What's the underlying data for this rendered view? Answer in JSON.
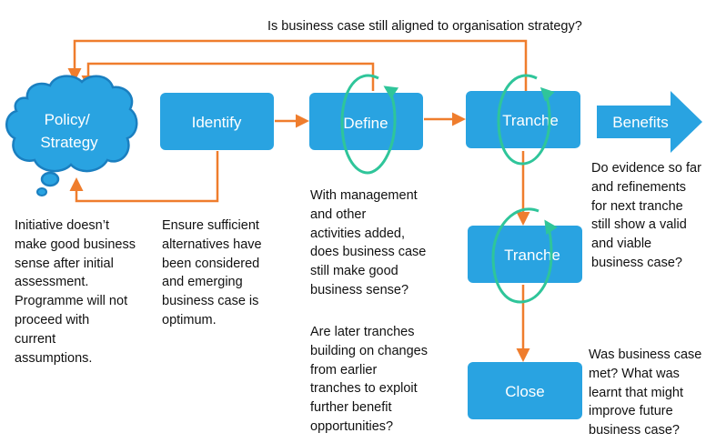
{
  "colors": {
    "box": "#29a3e1",
    "arrow": "#ef7d2d",
    "cycle": "#2fc59a",
    "text": "#111111",
    "cloud_stroke": "#1a7fc0"
  },
  "header_question": "Is business case still aligned to organisation strategy?",
  "nodes": {
    "policy": "Policy/\nStrategy",
    "identify": "Identify",
    "define": "Define",
    "tranche1": "Tranche",
    "tranche2": "Tranche",
    "benefits": "Benefits",
    "close": "Close"
  },
  "notes": {
    "policy_note": "Initiative doesn’t\nmake good business\nsense after initial\nassessment.\nProgramme will not\nproceed with\ncurrent\nassumptions.",
    "identify_note": "Ensure sufficient\nalternatives have\nbeen considered\nand emerging\nbusiness case is\noptimum.",
    "define_note": "With management\nand other\nactivities added,\ndoes business case\nstill make good\nbusiness sense?",
    "later_tranches_note": "Are later tranches\nbuilding on changes\nfrom earlier\ntranches to exploit\nfurther benefit\nopportunities?",
    "benefits_note": "Do evidence so far\nand refinements\nfor next tranche\nstill show a valid\nand viable\nbusiness case?",
    "close_note": "Was business case\nmet? What was\nlearnt that might\nimprove future\nbusiness case?"
  }
}
